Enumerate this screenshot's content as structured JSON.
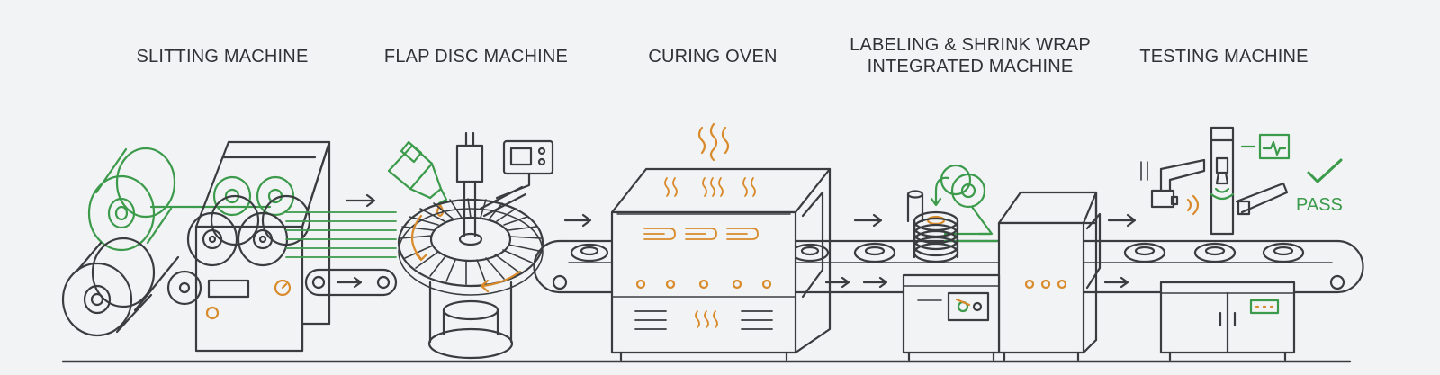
{
  "stations": [
    {
      "id": "slitting",
      "lines": [
        "SLITTING MACHINE"
      ]
    },
    {
      "id": "flap-disc",
      "lines": [
        "FLAP DISC MACHINE"
      ]
    },
    {
      "id": "curing-oven",
      "lines": [
        "CURING OVEN"
      ]
    },
    {
      "id": "labeling-shrink-wrap",
      "lines": [
        "LABELING & SHRINK WRAP",
        "INTEGRATED MACHINE"
      ]
    },
    {
      "id": "testing",
      "lines": [
        "TESTING MACHINE"
      ]
    }
  ],
  "result": {
    "text": "PASS",
    "icon": "checkmark-icon"
  },
  "icons": [
    "process-arrow-icon",
    "heat-waves-icon",
    "glue-bottle-icon",
    "control-panel-icon",
    "monitor-waveform-icon",
    "camera-icon"
  ],
  "colors": {
    "background": "#f1f3f4",
    "line": "#3a3d40",
    "accent_green": "#3c9a4b",
    "accent_orange": "#d98a2b",
    "text": "#2f3336"
  }
}
